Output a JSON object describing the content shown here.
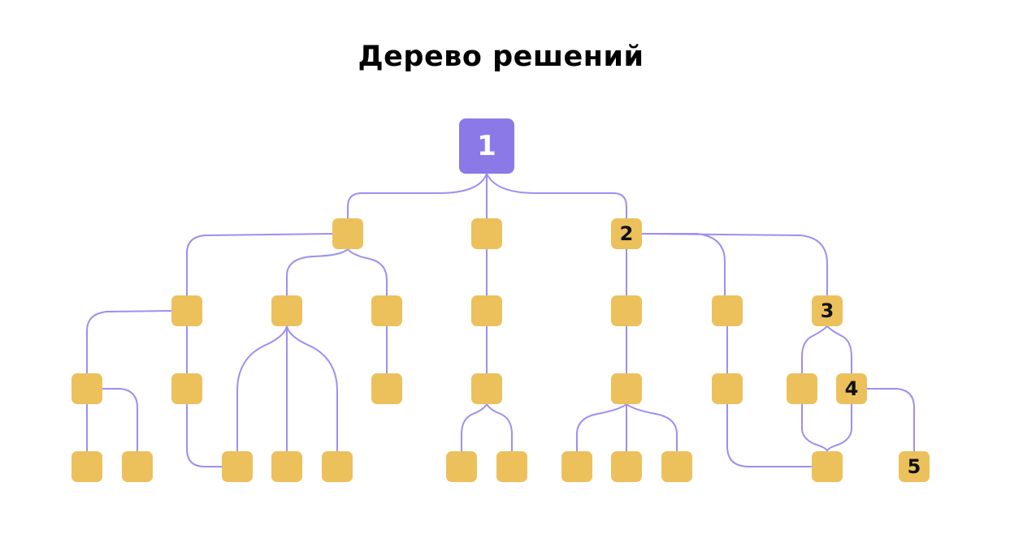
{
  "title": "Дерево решений",
  "colors": {
    "root": "#8a79e7",
    "node": "#ecc15c",
    "edge": "#9d8ff0"
  },
  "nodes": {
    "root": "1",
    "r1": [
      "",
      "",
      "2"
    ],
    "r2": [
      "",
      "",
      "",
      "",
      "",
      "",
      "3"
    ],
    "r3": [
      "",
      "",
      "",
      "",
      "",
      "",
      "",
      "4"
    ],
    "r4": [
      "",
      "",
      "",
      "",
      "",
      "",
      "",
      "",
      "",
      "",
      "",
      "5"
    ]
  }
}
